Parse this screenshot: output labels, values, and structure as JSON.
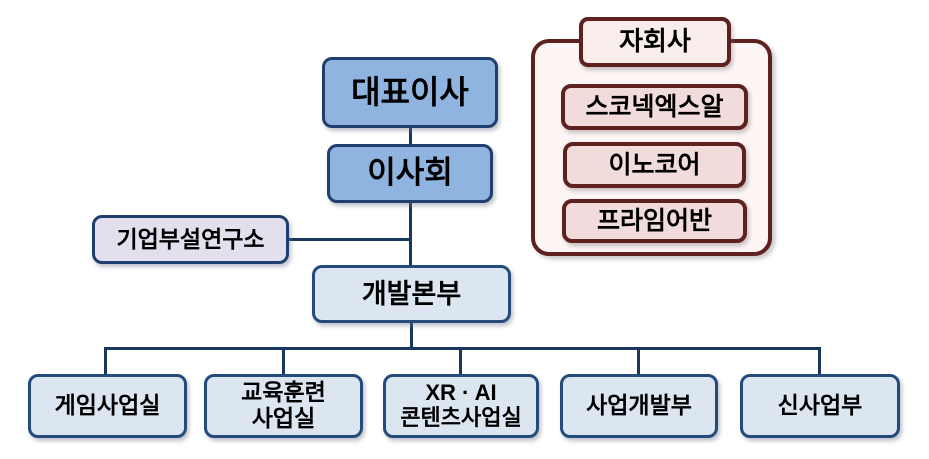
{
  "diagram": {
    "type": "org-chart",
    "ceo": {
      "label": "대표이사"
    },
    "board": {
      "label": "이사회"
    },
    "research": {
      "label": "기업부설연구소"
    },
    "dev_hq": {
      "label": "개발본부"
    },
    "departments": [
      {
        "label": "게임사업실"
      },
      {
        "label": "교육훈련\n사업실"
      },
      {
        "label": "XR · AI\n콘텐츠사업실"
      },
      {
        "label": "사업개발부"
      },
      {
        "label": "신사업부"
      }
    ],
    "subsidiaries": {
      "title": "자회사",
      "items": [
        {
          "label": "스코넥엑스알"
        },
        {
          "label": "이노코어"
        },
        {
          "label": "프라임어반"
        }
      ]
    }
  },
  "colors": {
    "strong_blue_fill": "#8EB4DF",
    "light_blue_fill": "#DCE6F1",
    "lavender_fill": "#E4DFEC",
    "navy_border": "#1F3F6E",
    "connector_line": "#17375E",
    "maroon_border": "#5D2120",
    "pink_fill": "#F2DCDB",
    "pale_pink_fill": "#FDF6F5",
    "background": "#FFFFFF"
  }
}
